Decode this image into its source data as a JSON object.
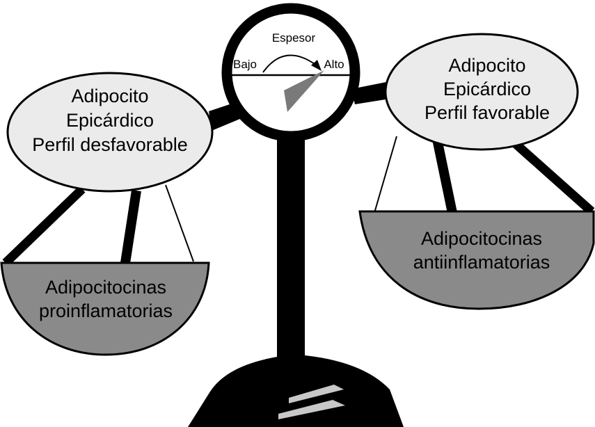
{
  "gauge": {
    "title": "Espesor",
    "low": "Bajo",
    "high": "Alto"
  },
  "left_bubble": {
    "line1": "Adipocito",
    "line2": "Epicárdico",
    "line3": "Perfil desfavorable"
  },
  "left_pan": {
    "line1": "Adipocitocinas",
    "line2": "proinflamatorias"
  },
  "right_bubble": {
    "line1": "Adipocito",
    "line2": "Epicárdico",
    "line3": "Perfil favorable"
  },
  "right_pan": {
    "line1": "Adipocitocinas",
    "line2": "antiinflamatorias"
  },
  "colors": {
    "ink": "#000000",
    "bubble_fill": "#ebebeb",
    "pan_fill": "#8a8a8a",
    "needle": "#7a7a7a",
    "base_stripe": "#c8c8c8"
  }
}
